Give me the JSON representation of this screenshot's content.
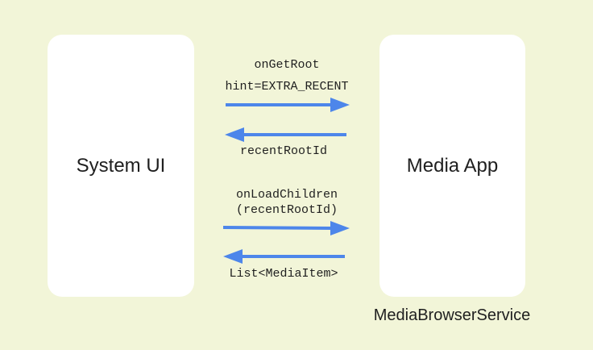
{
  "nodes": {
    "system_ui": "System UI",
    "media_app": "Media App",
    "service": "MediaBrowserService"
  },
  "messages": {
    "get_root": "onGetRoot",
    "hint": "hint=EXTRA_RECENT",
    "recent_root": "recentRootId",
    "load_children": "onLoadChildren",
    "load_children_arg": "(recentRootId)",
    "media_list": "List<MediaItem>"
  },
  "colors": {
    "background": "#f2f5d8",
    "box": "#ffffff",
    "arrow": "#4d86ea",
    "text": "#1f1f1f"
  }
}
